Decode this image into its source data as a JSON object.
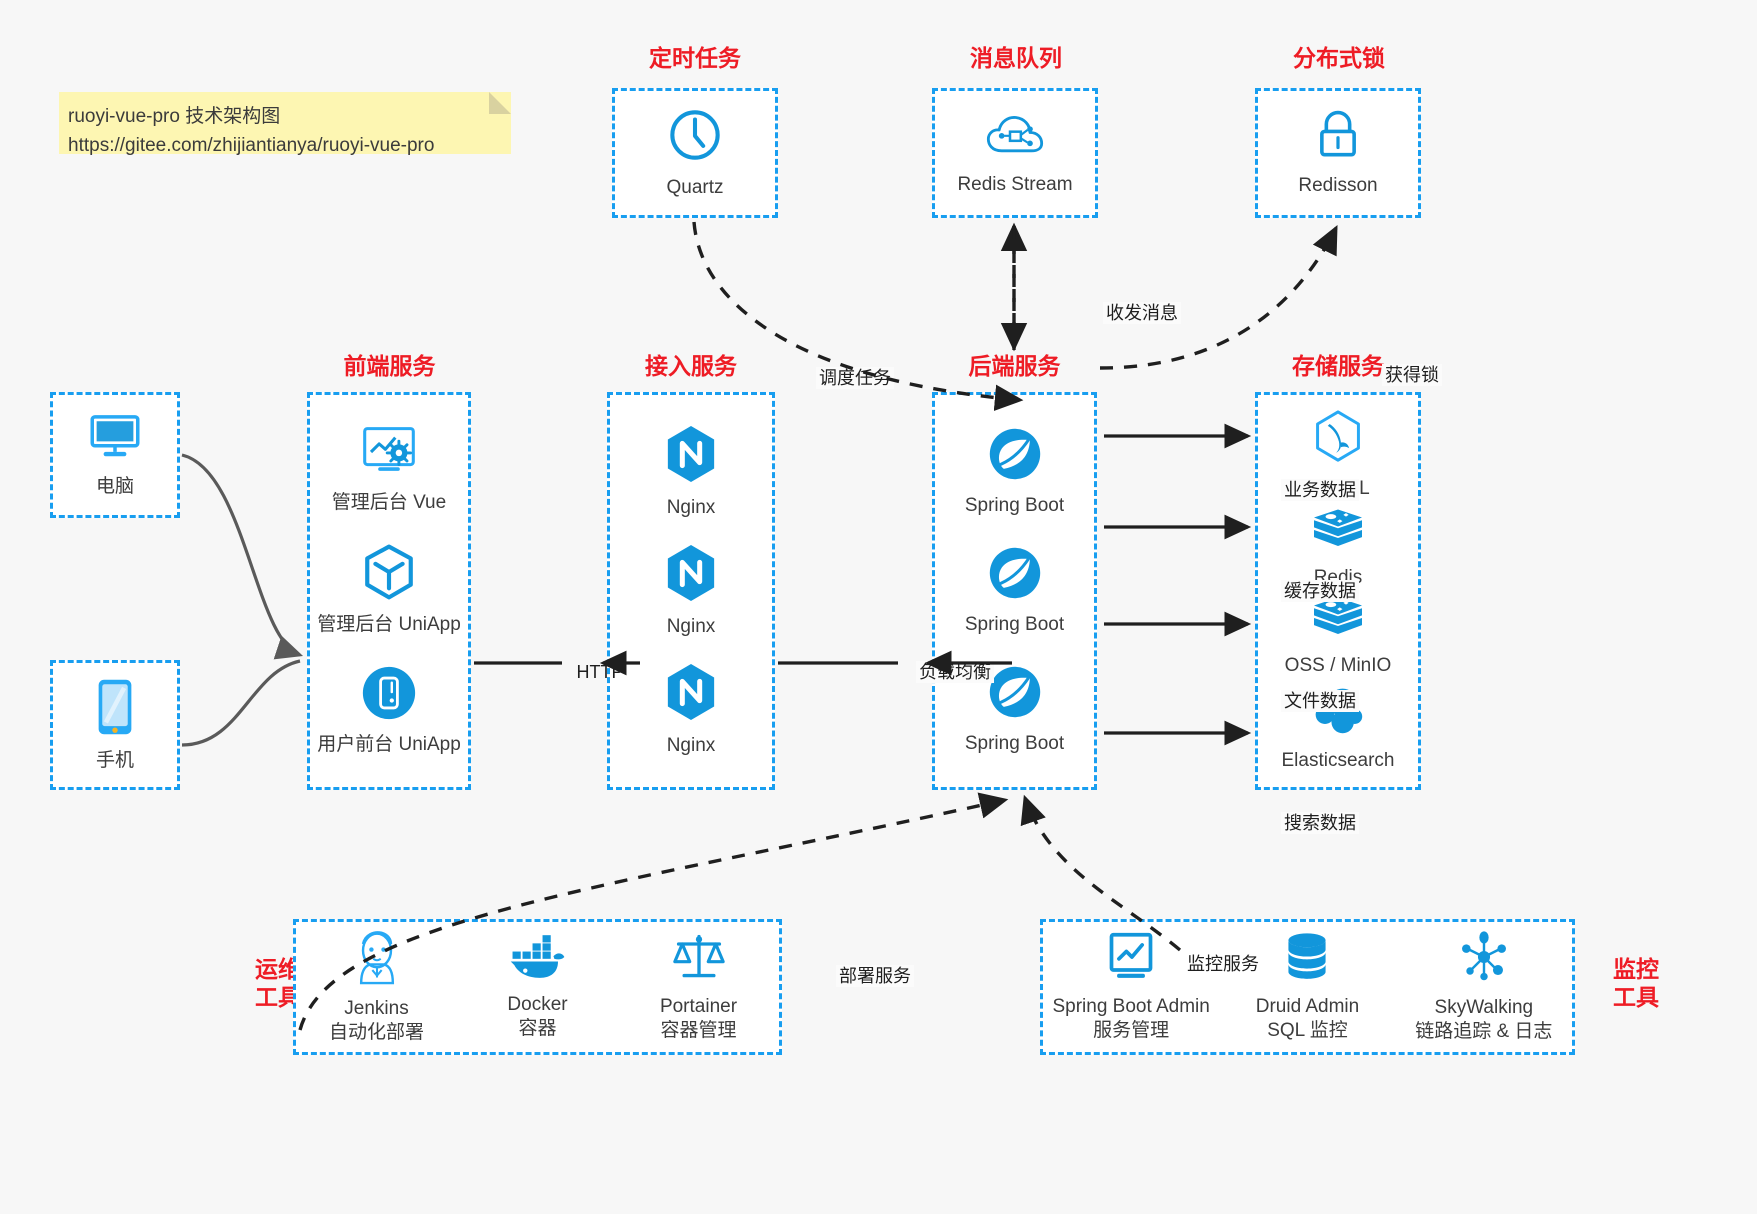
{
  "note": {
    "line1": "ruoyi-vue-pro 技术架构图",
    "line2": "https://gitee.com/zhijiantianya/ruoyi-vue-pro"
  },
  "colors": {
    "accent_blue": "#189ef0",
    "icon_blue": "#1296db",
    "title_red": "#ee1c25",
    "note_yellow": "#fdf6b2",
    "background": "#f7f7f7",
    "edge_dark": "#1f1f1f"
  },
  "groups": {
    "clients": [
      {
        "title": "",
        "icon": "desktop-computer-icon",
        "label": "电脑"
      },
      {
        "title": "",
        "icon": "mobile-phone-icon",
        "label": "手机"
      }
    ],
    "scheduler": {
      "title": "定时任务",
      "nodes": [
        {
          "icon": "clock-icon",
          "label": "Quartz"
        }
      ]
    },
    "message_queue": {
      "title": "消息队列",
      "nodes": [
        {
          "icon": "cloud-stream-icon",
          "label": "Redis Stream"
        }
      ]
    },
    "distributed_lock": {
      "title": "分布式锁",
      "nodes": [
        {
          "icon": "lock-icon",
          "label": "Redisson"
        }
      ]
    },
    "frontend": {
      "title": "前端服务",
      "nodes": [
        {
          "icon": "dashboard-vue-icon",
          "label": "管理后台 Vue"
        },
        {
          "icon": "cube-uniapp-icon",
          "label": "管理后台 UniApp"
        },
        {
          "icon": "mobile-app-icon",
          "label": "用户前台 UniApp"
        }
      ]
    },
    "gateway": {
      "title": "接入服务",
      "nodes": [
        {
          "icon": "nginx-icon",
          "label": "Nginx"
        },
        {
          "icon": "nginx-icon",
          "label": "Nginx"
        },
        {
          "icon": "nginx-icon",
          "label": "Nginx"
        }
      ]
    },
    "backend": {
      "title": "后端服务",
      "nodes": [
        {
          "icon": "spring-boot-icon",
          "label": "Spring Boot"
        },
        {
          "icon": "spring-boot-icon",
          "label": "Spring Boot"
        },
        {
          "icon": "spring-boot-icon",
          "label": "Spring Boot"
        }
      ]
    },
    "storage": {
      "title": "存储服务",
      "nodes": [
        {
          "icon": "mysql-icon",
          "label": "MySQL"
        },
        {
          "icon": "redis-icon",
          "label": "Redis"
        },
        {
          "icon": "oss-minio-icon",
          "label": "OSS / MinIO"
        },
        {
          "icon": "elasticsearch-icon",
          "label": "Elasticsearch"
        }
      ]
    },
    "devops": {
      "title_line1": "运维",
      "title_line2": "工具",
      "nodes": [
        {
          "icon": "jenkins-icon",
          "label": "Jenkins",
          "sub": "自动化部署"
        },
        {
          "icon": "docker-icon",
          "label": "Docker",
          "sub": "容器"
        },
        {
          "icon": "portainer-icon",
          "label": "Portainer",
          "sub": "容器管理"
        }
      ]
    },
    "monitor": {
      "title_line1": "监控",
      "title_line2": "工具",
      "nodes": [
        {
          "icon": "spring-boot-admin-icon",
          "label": "Spring Boot Admin",
          "sub": "服务管理"
        },
        {
          "icon": "druid-database-icon",
          "label": "Druid Admin",
          "sub": "SQL 监控"
        },
        {
          "icon": "skywalking-icon",
          "label": "SkyWalking",
          "sub": "链路追踪 & 日志"
        }
      ]
    }
  },
  "edges": [
    {
      "name": "client-to-frontend",
      "label": ""
    },
    {
      "name": "frontend-to-gateway",
      "label": "HTTP"
    },
    {
      "name": "gateway-to-backend",
      "label": "负载均衡"
    },
    {
      "name": "quartz-to-backend",
      "label": "调度任务"
    },
    {
      "name": "backend-to-redis-stream",
      "label": "收发消息"
    },
    {
      "name": "backend-to-redisson",
      "label": "获得锁"
    },
    {
      "name": "backend-to-mysql",
      "label": "业务数据"
    },
    {
      "name": "backend-to-redis",
      "label": "缓存数据"
    },
    {
      "name": "backend-to-oss",
      "label": "文件数据"
    },
    {
      "name": "backend-to-elasticsearch",
      "label": "搜索数据"
    },
    {
      "name": "devops-to-backend",
      "label": "部署服务"
    },
    {
      "name": "monitor-to-backend",
      "label": "监控服务"
    }
  ]
}
